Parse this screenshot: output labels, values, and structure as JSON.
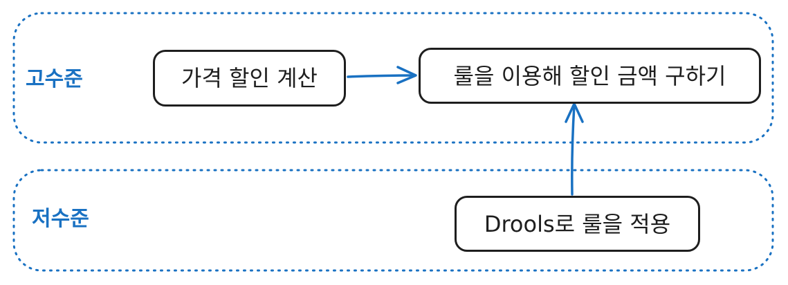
{
  "colors": {
    "accent": "#1971c2",
    "stroke": "#1e1e1e",
    "background": "#ffffff"
  },
  "layers": {
    "high": {
      "label": "고수준"
    },
    "low": {
      "label": "저수준"
    }
  },
  "nodes": {
    "price_discount": {
      "label": "가격 할인 계산"
    },
    "rule_discount": {
      "label": "룰을 이용해 할인 금액 구하기"
    },
    "drools_rule": {
      "label": "Drools로 룰을 적용"
    }
  }
}
